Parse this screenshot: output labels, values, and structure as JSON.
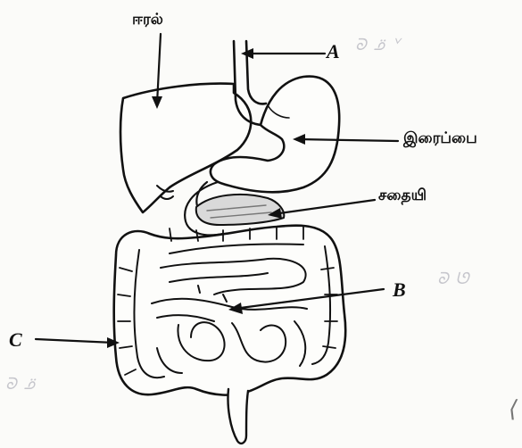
{
  "labels": {
    "liver": "ஈரல்",
    "stomach": "இரைப்பை",
    "pancreas": "சதையி",
    "a": "A",
    "b": "B",
    "c": "C"
  }
}
